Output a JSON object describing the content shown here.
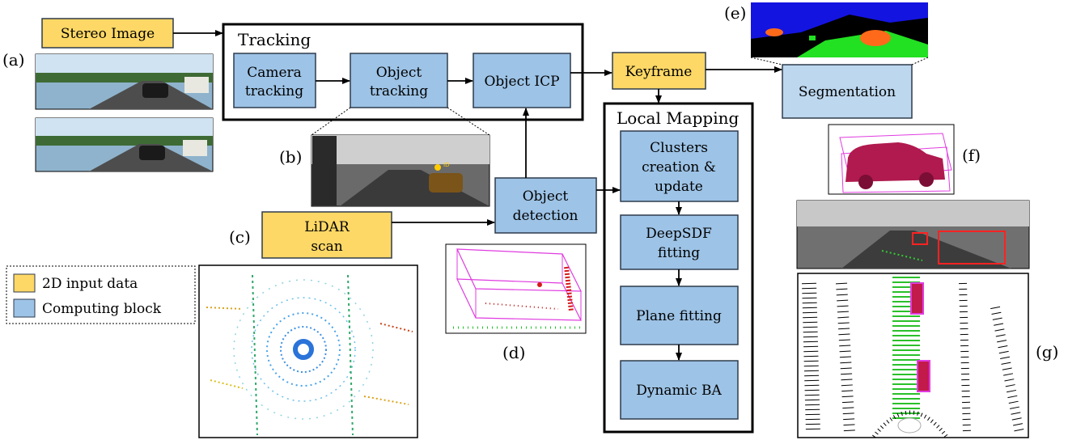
{
  "inputs": {
    "stereo_image": "Stereo Image",
    "lidar_line1": "LiDAR",
    "lidar_line2": "scan",
    "keyframe": "Keyframe"
  },
  "tracking": {
    "title": "Tracking",
    "camera_tracking_line1": "Camera",
    "camera_tracking_line2": "tracking",
    "object_tracking_line1": "Object",
    "object_tracking_line2": "tracking",
    "object_icp": "Object ICP"
  },
  "object_detection_line1": "Object",
  "object_detection_line2": "detection",
  "segmentation": "Segmentation",
  "local_mapping": {
    "title": "Local Mapping",
    "clusters_line1": "Clusters",
    "clusters_line2": "creation &",
    "clusters_line3": "update",
    "deepsdf_line1": "DeepSDF",
    "deepsdf_line2": "fitting",
    "plane_fitting": "Plane fitting",
    "dynamic_ba": "Dynamic BA"
  },
  "legend": {
    "input_data": "2D input data",
    "computing_block": "Computing block"
  },
  "panel_labels": {
    "a": "(a)",
    "b": "(b)",
    "c": "(c)",
    "d": "(d)",
    "e": "(e)",
    "f": "(f)",
    "g": "(g)"
  },
  "colors": {
    "input_fill": "#fdd866",
    "compute_fill": "#9dc3e6",
    "segmentation_fill": "#bdd7ee",
    "box_stroke": "#2f3b4c"
  }
}
